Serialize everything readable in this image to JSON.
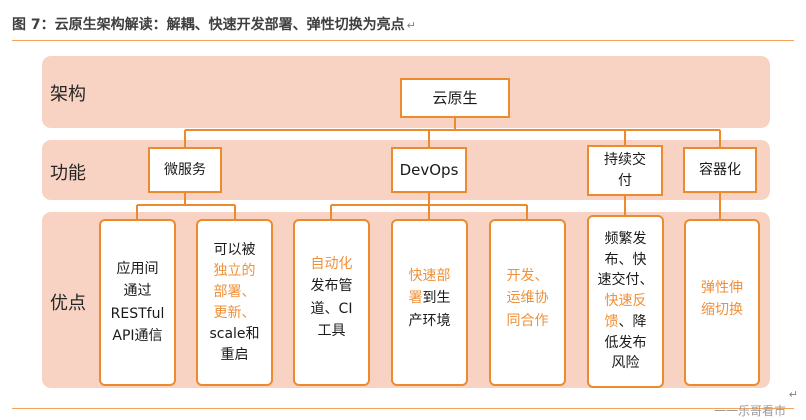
{
  "caption": {
    "text": "图 7：云原生架构解读：解耦、快速开发部署、弹性切换为亮点",
    "mark": "↵"
  },
  "bands": {
    "architecture": "架构",
    "functions": "功能",
    "advantages": "优点"
  },
  "root": "云原生",
  "functions": {
    "microservices": "微服务",
    "devops": "DevOps",
    "continuous_delivery_line1": "持续交",
    "continuous_delivery_line2": "付",
    "containerization": "容器化"
  },
  "advantages": {
    "a1": {
      "l1": "应用间",
      "l2": "通过",
      "l3": "RESTful",
      "l4": "API通信"
    },
    "a2": {
      "l1": "可以被",
      "l2": "独立的",
      "l3a": "部署、",
      "l3b": "",
      "l4a": "更新、",
      "l4b": "",
      "l5": "scale和",
      "l6": "重启"
    },
    "a3": {
      "l1": "自动化",
      "l2": "发布管",
      "l3": "道、CI",
      "l4": "工具"
    },
    "a4": {
      "l1": "快速部",
      "l2a": "署",
      "l2b": "到生",
      "l3": "产环境"
    },
    "a5": {
      "l1": "开发、",
      "l2": "运维协",
      "l3": "同合作"
    },
    "a6": {
      "l1": "频繁发",
      "l2": "布、快",
      "l3": "速交付、",
      "l4": "快速反",
      "l5a": "馈",
      "l5b": "、降",
      "l6": "低发布",
      "l7": "风险"
    },
    "a7": {
      "l1": "弹性伸",
      "l2": "缩切换"
    }
  },
  "watermark": "一一乐哥看市",
  "corner_mark": "↵",
  "colors": {
    "accent": "#ec8b2e",
    "band": "#f8d3c3",
    "highlight_text": "#f0903a"
  }
}
